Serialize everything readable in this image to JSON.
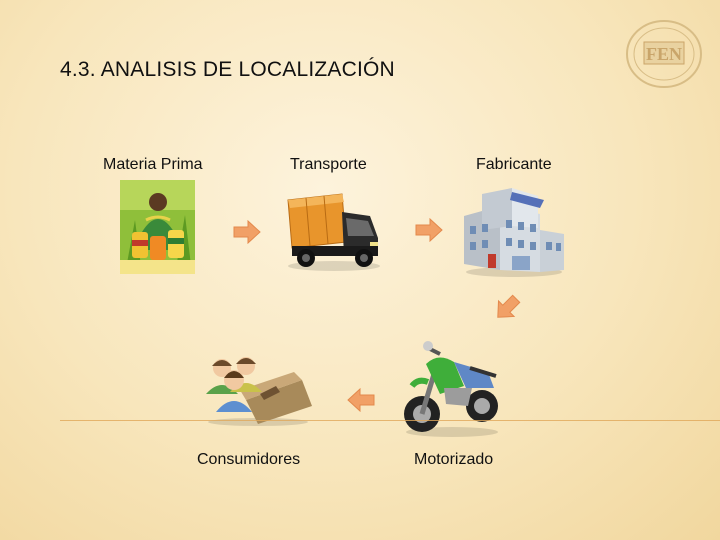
{
  "slide": {
    "title": "4.3. ANALISIS DE LOCALIZACIÓN",
    "logo_text": "FEN"
  },
  "nodes": {
    "materia_prima": "Materia Prima",
    "transporte": "Transporte",
    "fabricante": "Fabricante",
    "motorizado": "Motorizado",
    "consumidores": "Consumidores"
  },
  "colors": {
    "arrow": "#f1a066",
    "accent_line": "#e0a85a",
    "truck_cargo": "#e8952c"
  }
}
